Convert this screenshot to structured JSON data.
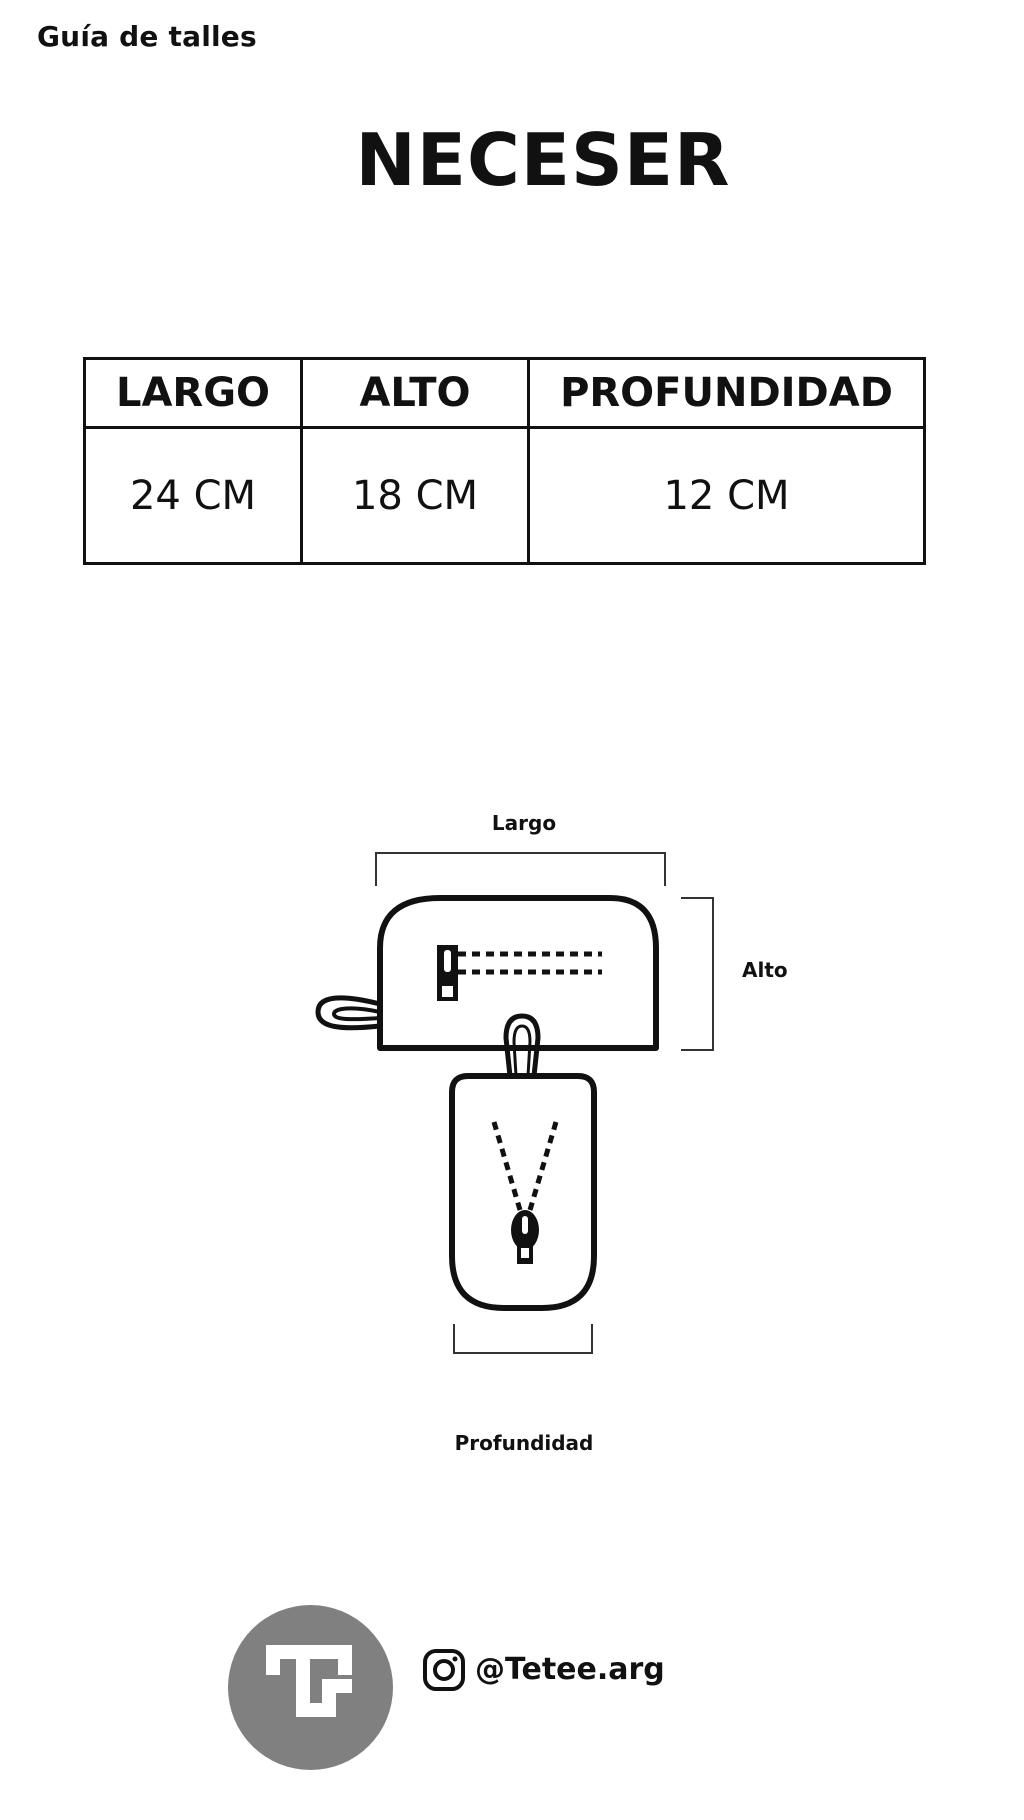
{
  "header": {
    "label": "Guía de talles"
  },
  "title": "NECESER",
  "table": {
    "headers": [
      "LARGO",
      "ALTO",
      "PROFUNDIDAD"
    ],
    "values": [
      "24 CM",
      "18 CM",
      "12 CM"
    ]
  },
  "diagram": {
    "largo_label": "Largo",
    "alto_label": "Alto",
    "profundidad_label": "Profundidad"
  },
  "footer": {
    "instagram_icon": "instagram-icon",
    "handle": "@Tetee.arg",
    "logo": "T"
  }
}
